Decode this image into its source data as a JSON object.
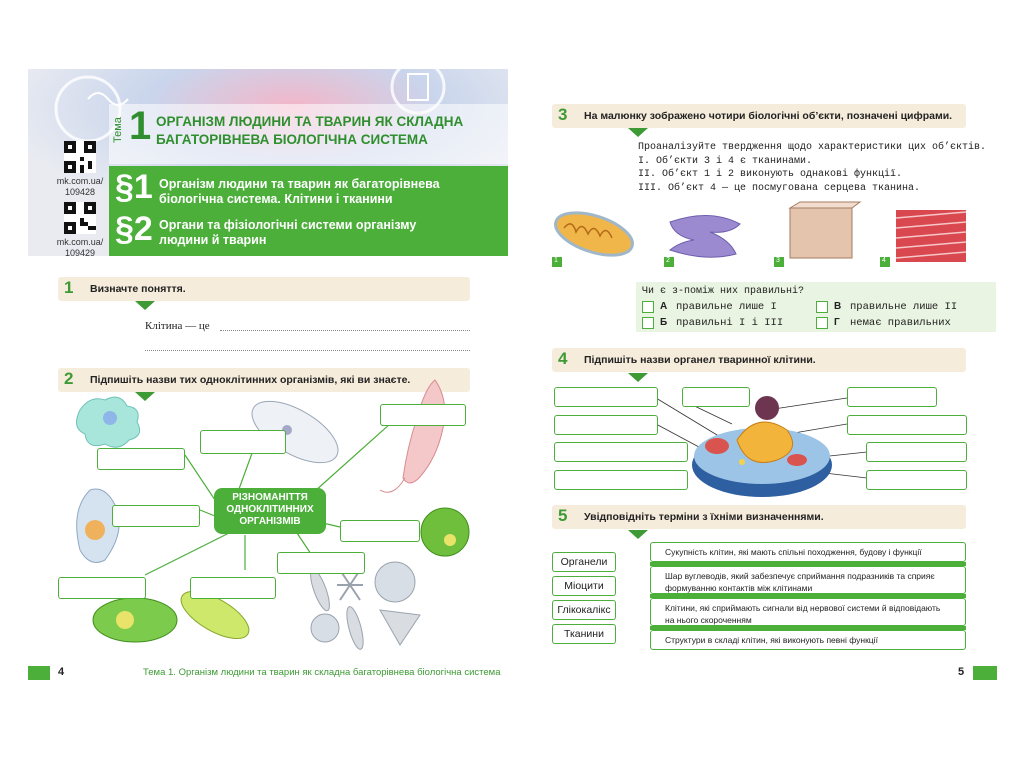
{
  "header": {
    "topic_word": "Тема",
    "topic_number": "1",
    "topic_title": "ОРГАНІЗМ ЛЮДИНИ ТА ТВАРИН ЯК СКЛАДНА БАГАТОРІВНЕВА БІОЛОГІЧНА СИСТЕМА",
    "qr_links": [
      {
        "caption_line1": "mk.com.ua/",
        "caption_line2": "109428"
      },
      {
        "caption_line1": "mk.com.ua/",
        "caption_line2": "109429"
      }
    ],
    "paragraphs": [
      {
        "symbol": "§1",
        "text": "Організм людини та тварин як багаторівнева біологічна система. Клітини і тканини"
      },
      {
        "symbol": "§2",
        "text": "Органи та фізіологічні системи організму людини й тварин"
      }
    ]
  },
  "task1": {
    "number": "1",
    "text": "Визначте поняття.",
    "prompt": "Клітина — це"
  },
  "task2": {
    "number": "2",
    "text": "Підпишіть назви тих одноклітинних організмів, які ви знаєте.",
    "center_label": "РІЗНОМАНІТТЯ ОДНОКЛІТИННИХ ОРГАНІЗМІВ"
  },
  "task3": {
    "number": "3",
    "text": "На малюнку зображено чотири біологічні об’єкти, позначені цифрами.",
    "intro": "Проаналізуйте твердження щодо характеристики цих об’єктів.",
    "statements": [
      "І. Об’єкти 3 і 4 є тканинами.",
      "ІІ. Об’єкт 1 і 2 виконують однакові функції.",
      "ІІІ. Об’єкт 4 — це посмугована серцева тканина."
    ],
    "image_labels": [
      "1",
      "2",
      "3",
      "4"
    ],
    "question": "Чи є з-поміж них правильні?",
    "options": [
      {
        "letter": "А",
        "text": "правильне лише І"
      },
      {
        "letter": "В",
        "text": "правильне лише ІІ"
      },
      {
        "letter": "Б",
        "text": "правильні І і ІІІ"
      },
      {
        "letter": "Г",
        "text": "немає правильних"
      }
    ]
  },
  "task4": {
    "number": "4",
    "text": "Підпишіть назви органел тваринної клітини."
  },
  "task5": {
    "number": "5",
    "text": "Увідповідніть терміни з їхніми визначеннями.",
    "terms": [
      "Органели",
      "Міоцити",
      "Глікокалікс",
      "Тканини"
    ],
    "definitions": [
      "Сукупність клітин, які мають спільні походження, будову і функції",
      "Шар вуглеводів, який забезпечує сприймання подразників та сприяє формуванню контактів між клітинами",
      "Клітини, які сприймають сигнали від нервової системи й відповідають на нього скороченням",
      "Структури в складі клітин, які виконують певні функції"
    ]
  },
  "footer": {
    "left_page": "4",
    "right_page": "5",
    "running_title": "Тема 1. Організм людини та тварин як складна багаторівнева біологічна система"
  },
  "colors": {
    "green": "#4caf3a",
    "dark_green": "#2f8f2e",
    "beige": "#f6ecdc"
  }
}
